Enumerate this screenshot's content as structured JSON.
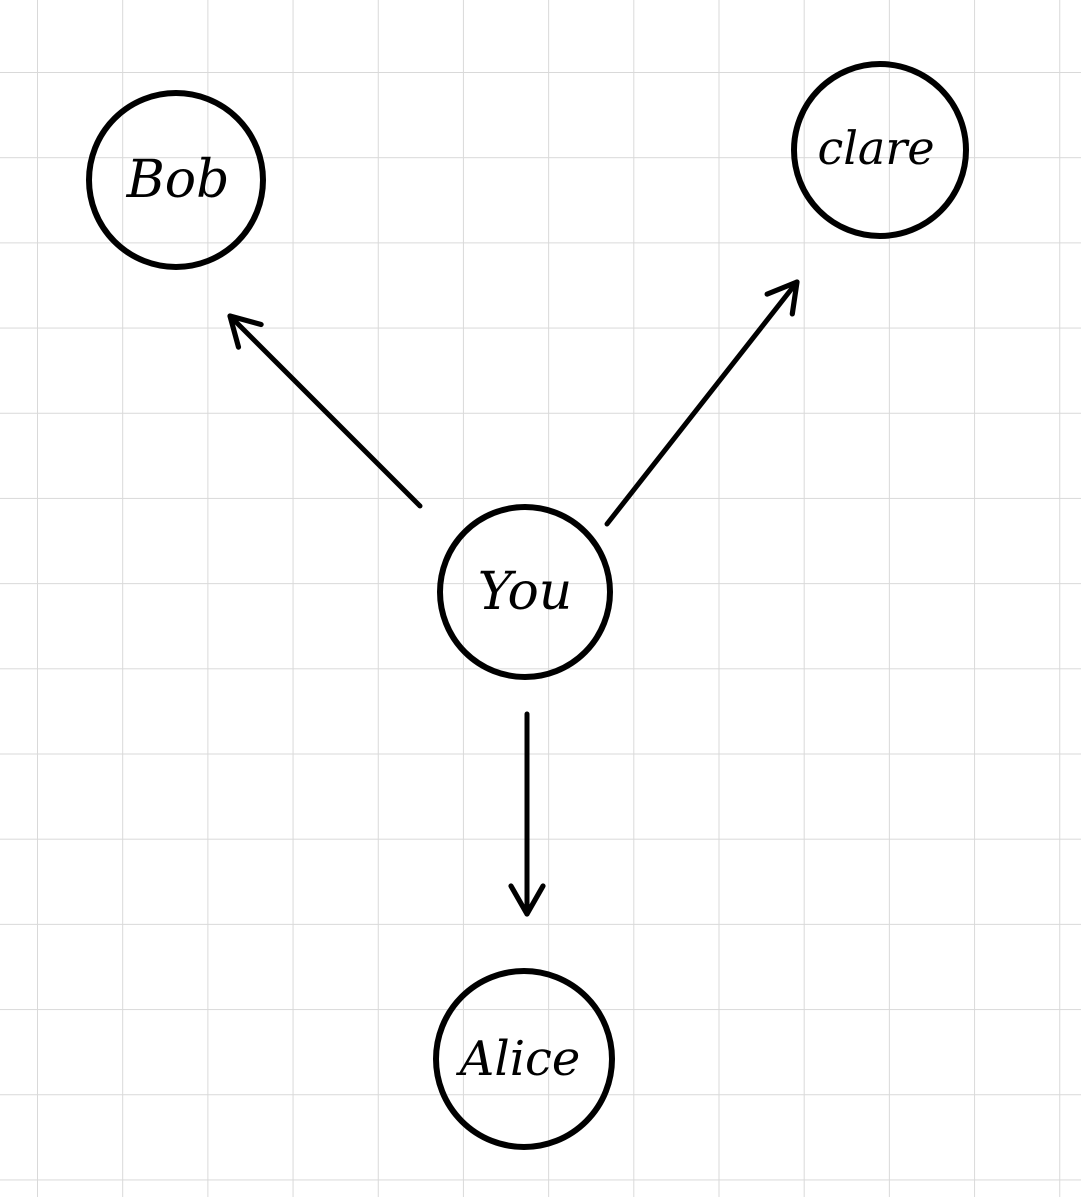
{
  "diagram": {
    "nodes": [
      {
        "id": "you",
        "label": "You"
      },
      {
        "id": "bob",
        "label": "Bob"
      },
      {
        "id": "clare",
        "label": "clare"
      },
      {
        "id": "alice",
        "label": "Alice"
      }
    ],
    "edges": [
      {
        "from": "you",
        "to": "bob"
      },
      {
        "from": "you",
        "to": "clare"
      },
      {
        "from": "you",
        "to": "alice"
      }
    ]
  },
  "colors": {
    "ink": "#000000",
    "grid": "#d9d9d9",
    "background": "#ffffff"
  }
}
